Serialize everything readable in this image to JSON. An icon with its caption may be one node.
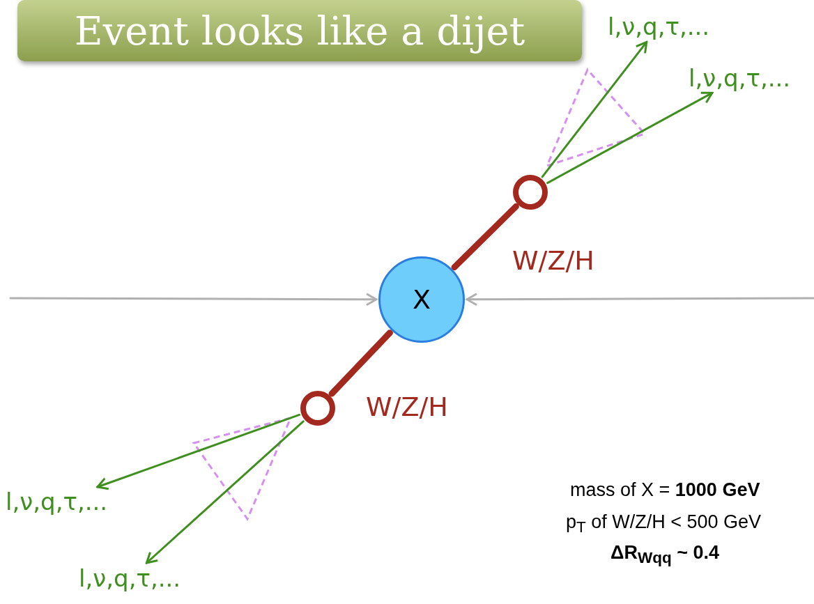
{
  "diagram": {
    "nodes": [
      {
        "text": [
          "Event looks like a dijet"
        ]
      },
      {
        "text": [
          "l,ν,q,τ,..."
        ]
      },
      {
        "text": [
          "l,ν,q,τ,..."
        ]
      },
      {
        "text": [],
        "shape": "circle",
        "beside": [
          "W/Z/H"
        ]
      },
      {
        "text": [
          "X"
        ]
      },
      {
        "text": [],
        "shape": "circle",
        "beside": [
          "W/Z/H"
        ]
      },
      {
        "text": [
          "l,ν,q,τ,..."
        ]
      },
      {
        "text": [
          "l,ν,q,τ,..."
        ]
      }
    ],
    "edges": [
      {
        "from": null,
        "to": 4,
        "arrow": "to",
        "color": "#b0b0b0"
      },
      {
        "from": null,
        "to": 4,
        "arrow": "to",
        "color": "#b0b0b0"
      },
      {
        "from": 4,
        "to": 3,
        "arrow": "none",
        "style": "thick",
        "color": "#a3281e"
      },
      {
        "from": 4,
        "to": 5,
        "arrow": "none",
        "style": "thick",
        "color": "#a3281e"
      },
      {
        "from": 3,
        "to": 1,
        "arrow": "to"
      },
      {
        "from": 3,
        "to": 2,
        "arrow": "to"
      },
      {
        "from": 5,
        "to": 6,
        "arrow": "to"
      },
      {
        "from": 5,
        "to": 7,
        "arrow": "to"
      }
    ],
    "labels": [
      "mass of X = **1000 GeV**",
      "p$_{T}$ of W/Z/H < 500 GeV",
      "ΔR$_{Wqq}$ ~ 0.4"
    ]
  }
}
